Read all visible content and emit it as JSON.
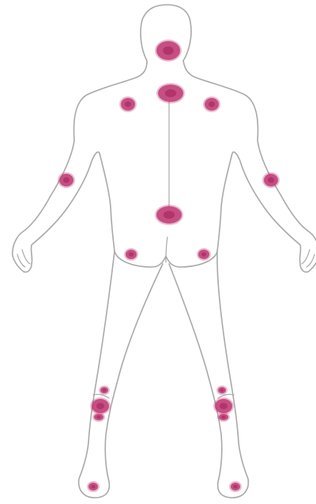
{
  "figure": {
    "view": "posterior",
    "outline_color": "#a9a9a9",
    "marker_color": "#c2417a",
    "marker_core_color": "#a8295f"
  },
  "markers": [
    {
      "name": "marker-occiput"
    },
    {
      "name": "marker-lower-neck"
    },
    {
      "name": "marker-left-shoulder-blade"
    },
    {
      "name": "marker-right-shoulder-blade"
    },
    {
      "name": "marker-left-elbow"
    },
    {
      "name": "marker-right-elbow"
    },
    {
      "name": "marker-lower-back"
    },
    {
      "name": "marker-left-buttock"
    },
    {
      "name": "marker-right-buttock"
    },
    {
      "name": "marker-left-knee-upper"
    },
    {
      "name": "marker-left-knee"
    },
    {
      "name": "marker-left-knee-lower"
    },
    {
      "name": "marker-right-knee-upper"
    },
    {
      "name": "marker-right-knee"
    },
    {
      "name": "marker-right-knee-lower"
    },
    {
      "name": "marker-left-heel"
    },
    {
      "name": "marker-right-heel"
    }
  ]
}
